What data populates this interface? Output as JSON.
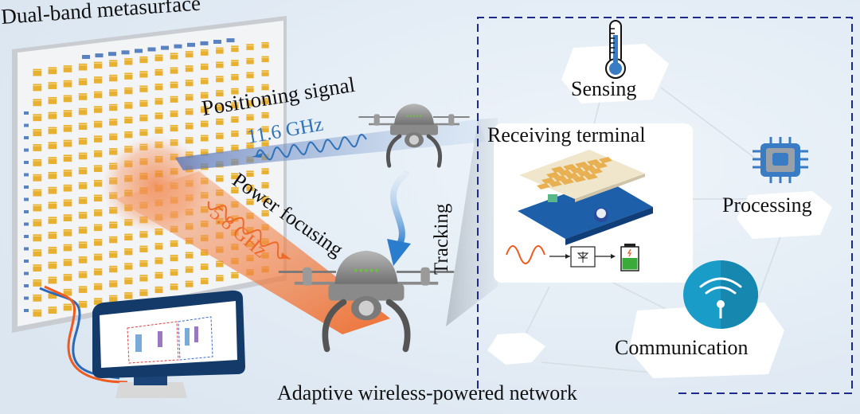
{
  "title": "Dual-band metasurface",
  "labels": {
    "positioning_signal": "Positioning signal",
    "freq_high": "11.6 GHz",
    "power_focusing": "Power focusing",
    "freq_low": "5.8 GHz",
    "tracking": "Tracking",
    "receiving_terminal": "Receiving terminal",
    "network": "Adaptive wireless-powered network"
  },
  "network_nodes": [
    {
      "label": "Sensing",
      "icon": "thermometer-icon"
    },
    {
      "label": "Processing",
      "icon": "chip-icon"
    },
    {
      "label": "Communication",
      "icon": "wifi-icon"
    }
  ],
  "receiving_chain": [
    "sine-wave-icon",
    "arrow-icon",
    "rectifier-diode-icon",
    "arrow-icon",
    "battery-charging-icon"
  ],
  "colors": {
    "background": "#e4edf5",
    "metasurface_cell": "#e8b030",
    "high_band_cell": "#5a82c0",
    "positioning_beam": "#2f72b8",
    "power_beam": "#ee6a2a",
    "dashed_border": "#1c2a8a",
    "communication_icon": "#1a9cc8",
    "chip_icon": "#3a7cc4",
    "battery_green": "#3aaa3a",
    "monitor_frame": "#133a68"
  }
}
